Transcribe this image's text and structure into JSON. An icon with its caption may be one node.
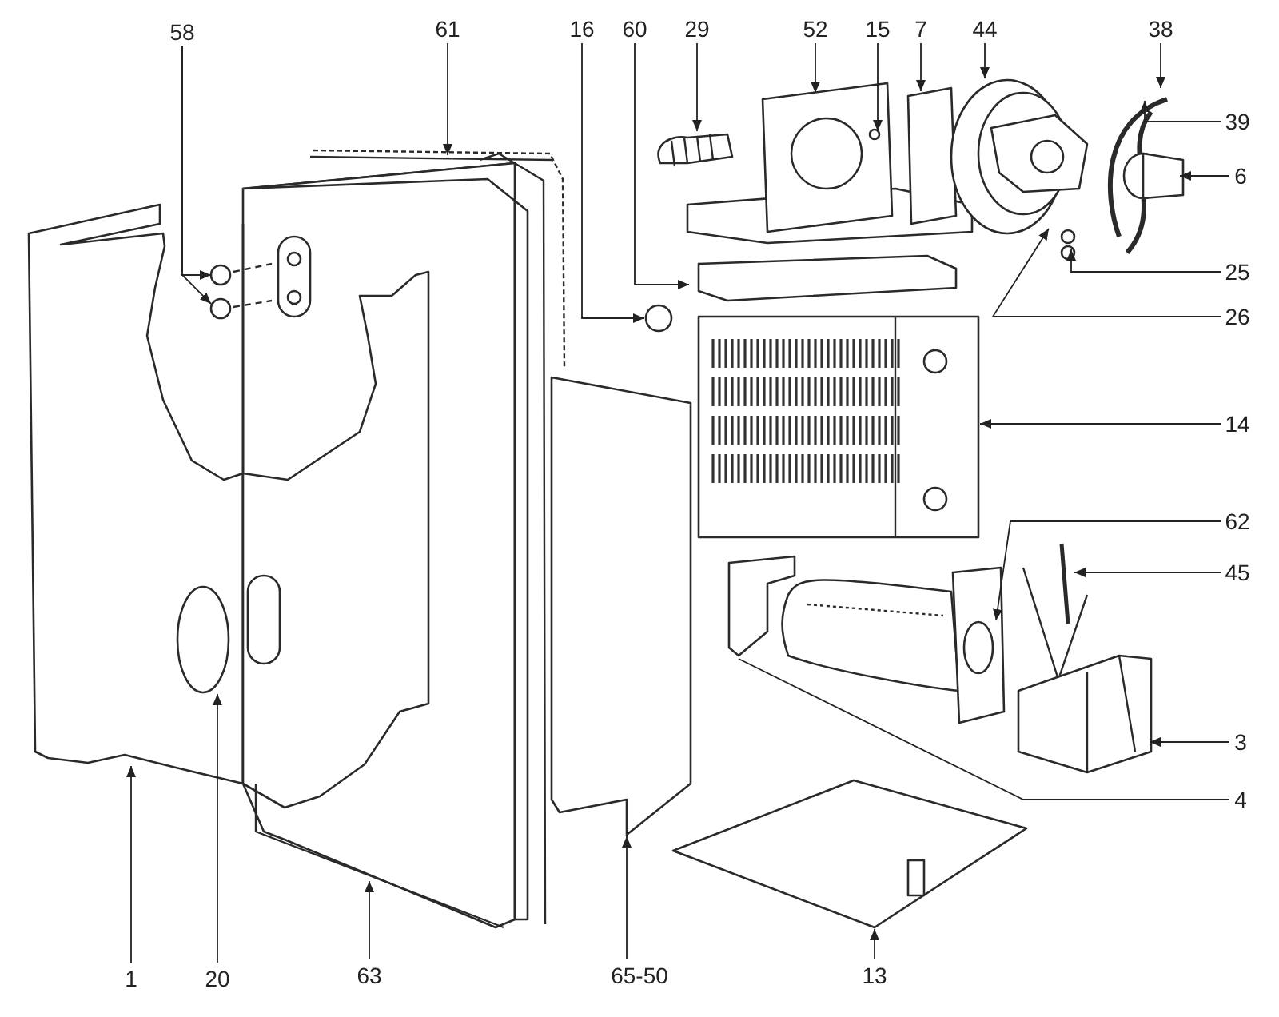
{
  "diagram": {
    "nodes": [
      {
        "text": [
          "58"
        ]
      },
      {
        "text": [
          "61"
        ]
      },
      {
        "text": [
          "16"
        ]
      },
      {
        "text": [
          "60"
        ]
      },
      {
        "text": [
          "29"
        ]
      },
      {
        "text": [
          "52"
        ]
      },
      {
        "text": [
          "15"
        ]
      },
      {
        "text": [
          "7"
        ]
      },
      {
        "text": [
          "44"
        ]
      },
      {
        "text": [
          "38"
        ]
      },
      {
        "text": [
          "39"
        ]
      },
      {
        "text": [
          "6"
        ]
      },
      {
        "text": [
          "25"
        ]
      },
      {
        "text": [
          "26"
        ]
      },
      {
        "text": [
          "14"
        ]
      },
      {
        "text": [
          "62"
        ]
      },
      {
        "text": [
          "45"
        ]
      },
      {
        "text": [
          "3"
        ]
      },
      {
        "text": [
          "4"
        ]
      },
      {
        "text": [
          "1"
        ]
      },
      {
        "text": [
          "20"
        ]
      },
      {
        "text": [
          "63"
        ]
      },
      {
        "text": [
          "65-50"
        ]
      },
      {
        "text": [
          "13"
        ]
      }
    ],
    "edges": [
      {
        "from": 0,
        "to": null,
        "arrow": "to"
      },
      {
        "from": 0,
        "to": null,
        "arrow": "to"
      },
      {
        "from": 1,
        "to": null,
        "arrow": "to"
      },
      {
        "from": 2,
        "to": null,
        "arrow": "to"
      },
      {
        "from": 3,
        "to": null,
        "arrow": "to"
      },
      {
        "from": 4,
        "to": null,
        "arrow": "to"
      },
      {
        "from": 5,
        "to": null,
        "arrow": "to"
      },
      {
        "from": 6,
        "to": null,
        "arrow": "to"
      },
      {
        "from": 7,
        "to": null,
        "arrow": "to"
      },
      {
        "from": 8,
        "to": null,
        "arrow": "to"
      },
      {
        "from": 9,
        "to": null,
        "arrow": "to"
      },
      {
        "from": 10,
        "to": null,
        "arrow": "to"
      },
      {
        "from": 11,
        "to": null,
        "arrow": "to"
      },
      {
        "from": 12,
        "to": null,
        "arrow": "to"
      },
      {
        "from": 13,
        "to": null,
        "arrow": "to"
      },
      {
        "from": 14,
        "to": null,
        "arrow": "to"
      },
      {
        "from": 15,
        "to": null,
        "arrow": "to"
      },
      {
        "from": 16,
        "to": null,
        "arrow": "to"
      },
      {
        "from": 17,
        "to": null,
        "arrow": "to"
      },
      {
        "from": 18,
        "to": null,
        "arrow": "none"
      },
      {
        "from": 19,
        "to": null,
        "arrow": "to"
      },
      {
        "from": 20,
        "to": null,
        "arrow": "to"
      },
      {
        "from": 21,
        "to": null,
        "arrow": "to"
      },
      {
        "from": 22,
        "to": null,
        "arrow": "to"
      },
      {
        "from": 23,
        "to": null,
        "arrow": "to"
      }
    ]
  }
}
